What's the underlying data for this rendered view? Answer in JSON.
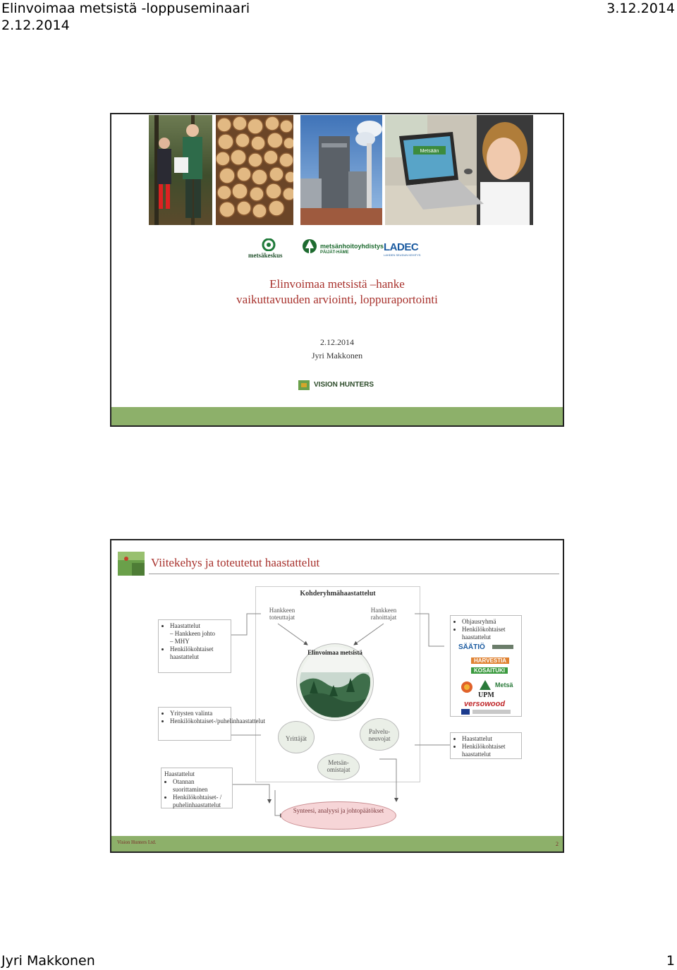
{
  "header": {
    "doc_title": "Elinvoimaa metsistä -loppuseminaari",
    "doc_date": "2.12.2014",
    "print_date": "3.12.2014"
  },
  "footer": {
    "author": "Jyri Makkonen",
    "page": "1"
  },
  "slide1": {
    "logos": {
      "metsakeskus": "metsäkeskus",
      "mhy": "metsänhoitoyhdistys",
      "mhy_sub": "PÄIJÄT-HÄME",
      "ladec": "LADEC",
      "ladec_sub": "LAHDEN SEUDUN KEHITYS"
    },
    "title_line1": "Elinvoimaa metsistä –hanke",
    "title_line2": "vaikuttavuuden arviointi, loppuraportointi",
    "date": "2.12.2014",
    "author": "Jyri Makkonen",
    "brand": "VISION HUNTERS",
    "laptop_text": "Metsään",
    "colors": {
      "title": "#a8322d",
      "bar": "#8db06a"
    }
  },
  "slide2": {
    "title": "Viitekehys ja toteutetut haastattelut",
    "group_label": "Kohderyhmähaastattelut",
    "box_left_top": {
      "l1": "Haastattelut",
      "l2": "Hankkeen johto",
      "l3": "MHY",
      "l4": "Henkilökohtaiset haastattelut"
    },
    "node_toteuttajat": "Hankkeen toteuttajat",
    "node_rahoittajat": "Hankkeen rahoittajat",
    "center_label": "Elinvoimaa metsistä",
    "box_right_top": {
      "l1": "Ohjausryhmä",
      "l2": "Henkilökohtaiset haastattelut"
    },
    "sponsors": {
      "saatio": "SÄÄTIÖ",
      "harvestia": "HARVESTIA",
      "kosaituki": "KOSAITUKI",
      "upm": "UPM",
      "metsa": "Metsä",
      "versowood": "versowood"
    },
    "box_left_mid": {
      "l1": "Yritysten valinta",
      "l2": "Henkilökohtaiset-/puhelinhaastattelut"
    },
    "node_yrittajat": "Yrittäjät",
    "node_palvelu": "Palvelu-neuvojat",
    "box_right_mid": {
      "l1": "Haastattelut",
      "l2": "Henkilökohtaiset haastattelut"
    },
    "node_metsanomistajat": "Metsän-omistajat",
    "box_left_bot": {
      "l0": "Haastattelut",
      "l1": "Otannan suorittaminen",
      "l2": "Henkilökohtaiset- / puhelinhaastattelut"
    },
    "synthesis": "Synteesi, analyysi ja johtopäätökset",
    "footer_left": "Vision Hunters Ltd.",
    "page_no": "2"
  }
}
